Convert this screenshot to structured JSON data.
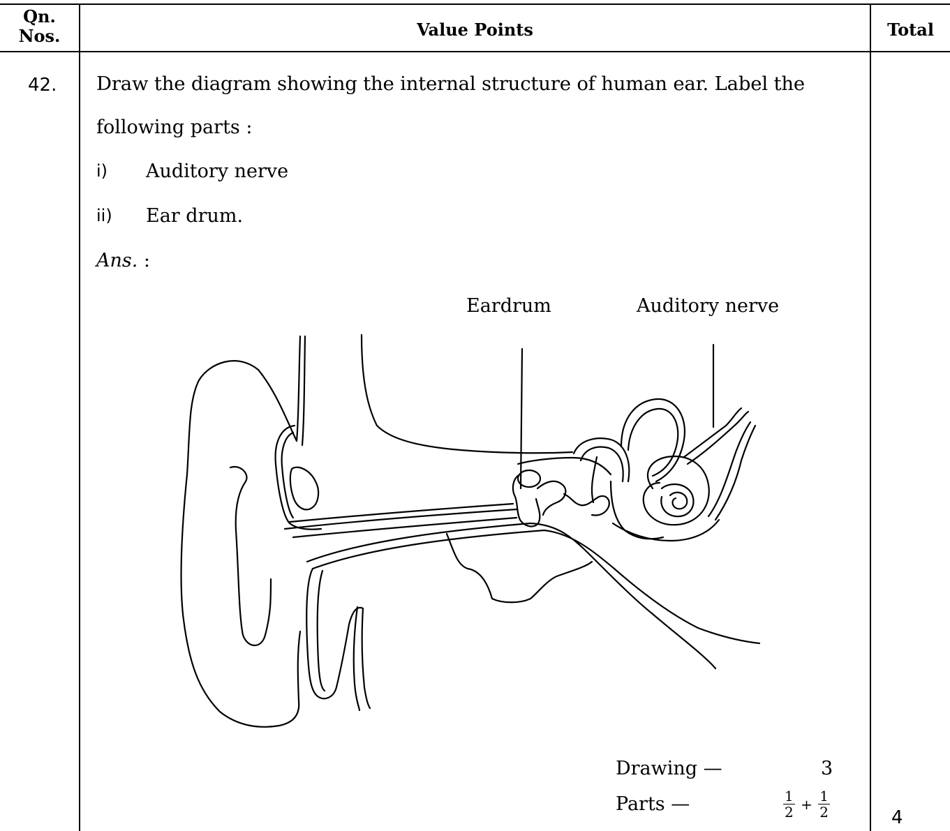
{
  "table": {
    "headers": {
      "qn": "Qn.\nNos.",
      "qn_line1": "Qn.",
      "qn_line2": "Nos.",
      "value_points": "Value Points",
      "total": "Total"
    }
  },
  "question": {
    "number": "42.",
    "prompt_line1": "Draw the diagram showing the internal structure of human ear. Label the",
    "prompt_line2": "following parts :",
    "items": [
      {
        "marker": "i)",
        "text": "Auditory nerve"
      },
      {
        "marker": "ii)",
        "text": "Ear drum."
      }
    ],
    "answer_label": "Ans.",
    "answer_colon": " :"
  },
  "diagram": {
    "labels": {
      "eardrum": "Eardrum",
      "auditory_nerve": "Auditory nerve"
    }
  },
  "marks": {
    "drawing_label": "Drawing —",
    "drawing_value": "3",
    "parts_label": "Parts —",
    "parts_frac_num": "1",
    "parts_frac_den": "2",
    "parts_plus": "+",
    "total": "4"
  }
}
